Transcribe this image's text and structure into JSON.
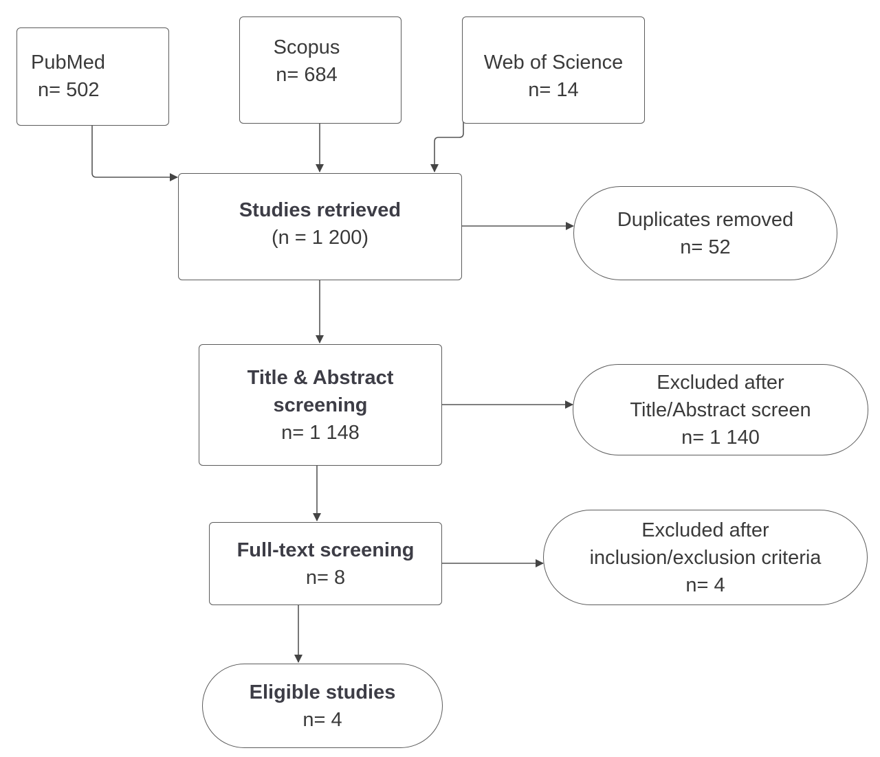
{
  "sources": {
    "pubmed": {
      "name": "PubMed",
      "count": "n= 502"
    },
    "scopus": {
      "name": "Scopus",
      "count": "n= 684"
    },
    "wos": {
      "name": "Web of Science",
      "count": "n= 14"
    }
  },
  "retrieved": {
    "title": "Studies retrieved",
    "count": "(n = 1 200)"
  },
  "duplicates": {
    "title": "Duplicates removed",
    "count": "n= 52"
  },
  "title_abstract": {
    "title_line1": "Title & Abstract",
    "title_line2": "screening",
    "count": "n= 1 148"
  },
  "excluded_ta": {
    "line1": "Excluded after",
    "line2": "Title/Abstract screen",
    "count": "n=  1 140"
  },
  "fulltext": {
    "title": "Full-text screening",
    "count": "n= 8"
  },
  "excluded_criteria": {
    "line1": "Excluded after",
    "line2": "inclusion/exclusion criteria",
    "count": "n= 4"
  },
  "eligible": {
    "title": "Eligible studies",
    "count": "n= 4"
  },
  "colors": {
    "stroke": "#5a5a5a",
    "text": "#3a3a3a"
  }
}
